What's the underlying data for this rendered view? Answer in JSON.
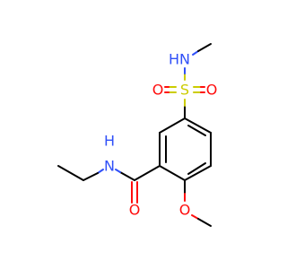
{
  "molecule": {
    "atoms": {
      "n_amide": "N",
      "h_amide": "H",
      "o_amide": "O",
      "o_methoxy": "O",
      "s": "S",
      "o_s1": "O",
      "o_s2": "O",
      "n_sulf": "N",
      "h_sulf": "H"
    },
    "colors": {
      "carbon": "#000000",
      "oxygen": "#ff0d0d",
      "nitrogen": "#3050f8",
      "sulfur": "#cccc00"
    }
  }
}
